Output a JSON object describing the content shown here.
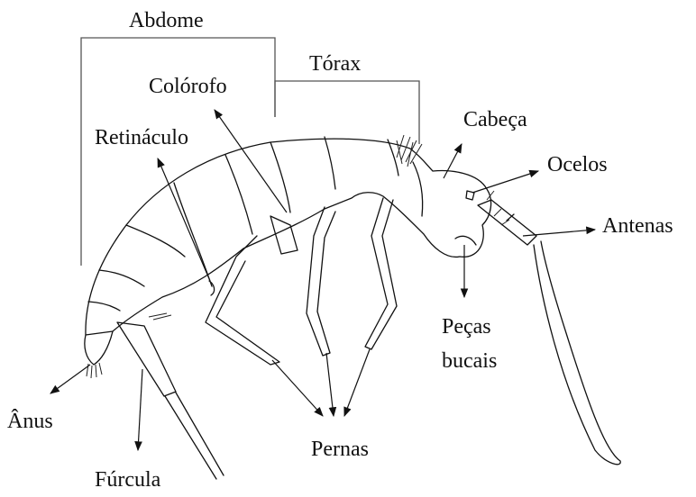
{
  "labels": {
    "abdome": "Abdome",
    "torax": "Tórax",
    "colorofo": "Colórofo",
    "retinaculo": "Retináculo",
    "cabeca": "Cabeça",
    "ocelos": "Ocelos",
    "antenas": "Antenas",
    "pecas_line1": "Peças",
    "pecas_line2": "bucais",
    "anus": "Ânus",
    "furcula": "Fúrcula",
    "pernas": "Pernas"
  },
  "colors": {
    "ink": "#111111",
    "bracket": "#555555",
    "background": "#ffffff"
  }
}
